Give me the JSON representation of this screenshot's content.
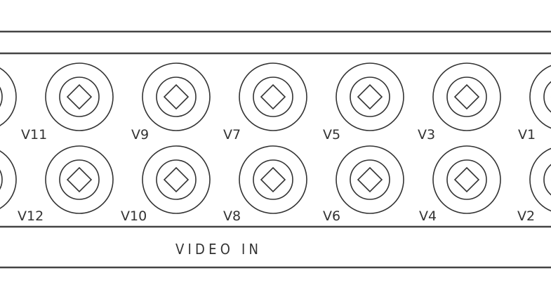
{
  "panel_label": "VIDEO IN",
  "top_row": [
    "",
    "V11",
    "V9",
    "V7",
    "V5",
    "V3",
    "V1"
  ],
  "bottom_row": [
    "",
    "V12",
    "V10",
    "V8",
    "V6",
    "V4",
    "V2"
  ],
  "colors": {
    "line": "#444444",
    "ink": "#333333"
  }
}
